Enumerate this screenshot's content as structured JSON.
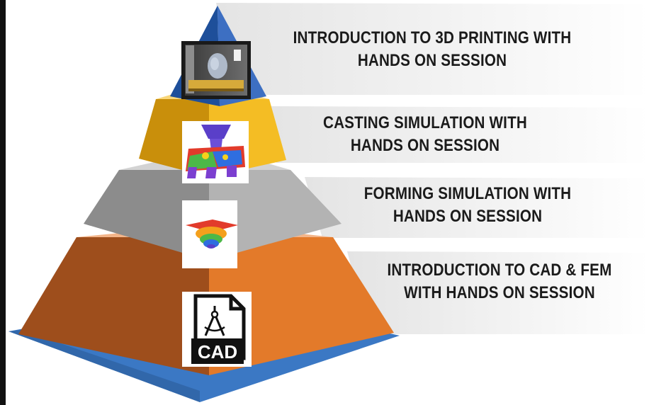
{
  "levels": [
    {
      "line1": "INTRODUCTION TO 3D PRINTING WITH",
      "line2": "HANDS ON SESSION",
      "color": "#3a63b0",
      "icon": "3d-printer-icon"
    },
    {
      "line1": "CASTING SIMULATION WITH",
      "line2": "HANDS ON SESSION",
      "color": "#f2b722",
      "icon": "casting-simulation-icon"
    },
    {
      "line1": "FORMING SIMULATION WITH",
      "line2": "HANDS ON SESSION",
      "color": "#a5a5a5",
      "icon": "forming-simulation-icon"
    },
    {
      "line1": "INTRODUCTION TO CAD & FEM",
      "line2": "WITH HANDS ON SESSION",
      "color": "#d8722a",
      "icon": "cad-file-icon"
    }
  ],
  "cad_icon_text": "CAD",
  "base_color": "#3b78c4"
}
